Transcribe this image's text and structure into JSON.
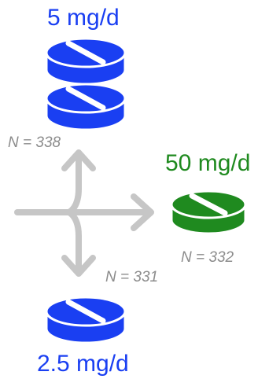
{
  "colors": {
    "blue": "#1a3ff2",
    "green": "#1f8a1f",
    "arrow": "#c6c6c6",
    "n_text": "#8c8c8c",
    "pill_stroke": "#ffffff"
  },
  "arms": {
    "top": {
      "dose": "5 mg/d",
      "n": "N = 338",
      "pills": 2
    },
    "right": {
      "dose": "50 mg/d",
      "n": "N = 332",
      "pills": 1
    },
    "bottom": {
      "dose": "2.5 mg/d",
      "n": "N = 331",
      "pills": 1
    }
  },
  "icons": {
    "pill": "pill-icon",
    "arrows": "three-way-split-arrow-icon"
  }
}
